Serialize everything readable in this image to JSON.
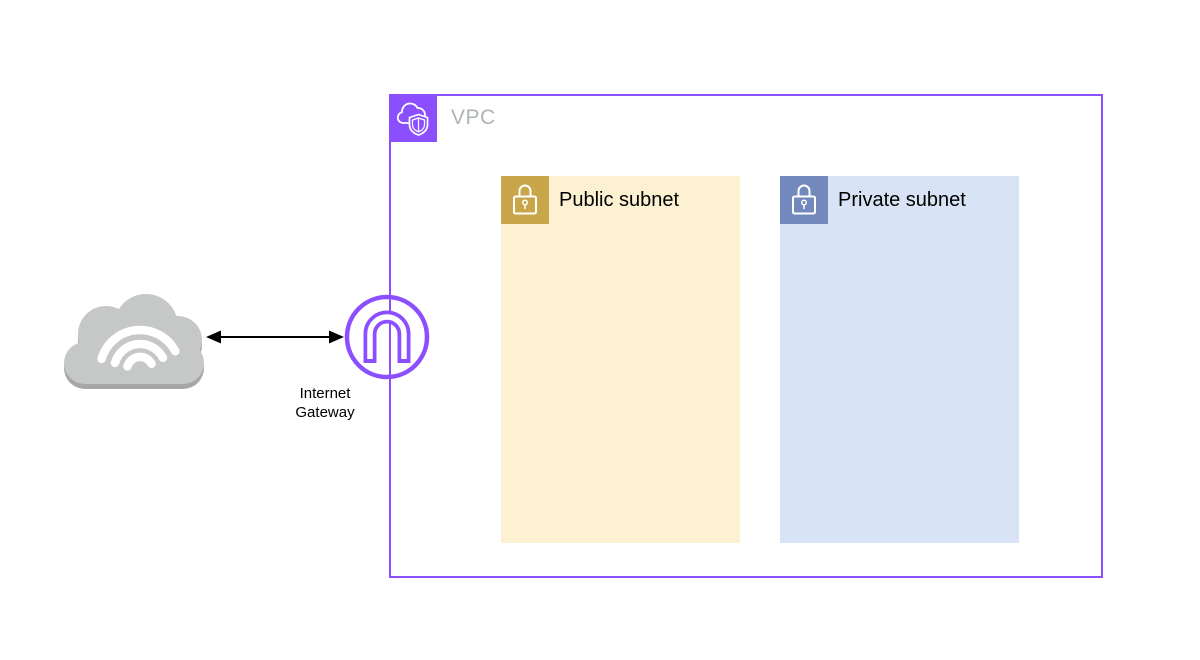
{
  "colors": {
    "vpc_purple": "#8C4FFF",
    "vpc_label_gray": "#AFB4B8",
    "public_bg": "#FCF1D0",
    "public_icon_gold": "#C9A64A",
    "private_bg": "#D8E4F5",
    "private_icon_blue": "#7388BC",
    "cloud_gray": "#C6C8C7",
    "cloud_rim": "#A6A8A7",
    "arrow_black": "#000000",
    "text_black": "#000000",
    "icon_white": "#FFFFFF"
  },
  "diagram": {
    "internet": {
      "icon": "internet-cloud-icon"
    },
    "connection": {
      "type": "bidirectional-arrow"
    },
    "internet_gateway": {
      "label": "Internet\nGateway",
      "icon": "internet-gateway-icon"
    },
    "vpc": {
      "label": "VPC",
      "icon": "vpc-shield-cloud-icon"
    },
    "subnets": [
      {
        "id": "public",
        "label": "Public subnet",
        "icon": "lock-icon"
      },
      {
        "id": "private",
        "label": "Private subnet",
        "icon": "lock-icon"
      }
    ]
  }
}
